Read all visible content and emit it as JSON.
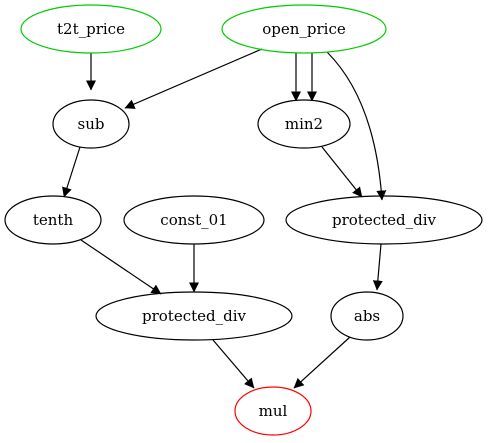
{
  "colors": {
    "input_stroke": "#00cc00",
    "output_stroke": "#ff0000",
    "default_stroke": "#000000",
    "edge": "#000000",
    "background": "#ffffff"
  },
  "nodes": {
    "t2t_price": {
      "label": "t2t_price",
      "role": "input"
    },
    "open_price": {
      "label": "open_price",
      "role": "input"
    },
    "sub": {
      "label": "sub",
      "role": "operator"
    },
    "min2": {
      "label": "min2",
      "role": "operator"
    },
    "tenth": {
      "label": "tenth",
      "role": "operator"
    },
    "const_01": {
      "label": "const_01",
      "role": "constant"
    },
    "protected_div_right": {
      "label": "protected_div",
      "role": "operator"
    },
    "protected_div_left": {
      "label": "protected_div",
      "role": "operator"
    },
    "abs": {
      "label": "abs",
      "role": "operator"
    },
    "mul": {
      "label": "mul",
      "role": "output"
    }
  },
  "edges": [
    {
      "from": "t2t_price",
      "to": "sub"
    },
    {
      "from": "open_price",
      "to": "sub"
    },
    {
      "from": "open_price",
      "to": "min2"
    },
    {
      "from": "open_price",
      "to": "min2"
    },
    {
      "from": "open_price",
      "to": "protected_div_right"
    },
    {
      "from": "sub",
      "to": "tenth"
    },
    {
      "from": "min2",
      "to": "protected_div_right"
    },
    {
      "from": "tenth",
      "to": "protected_div_left"
    },
    {
      "from": "const_01",
      "to": "protected_div_left"
    },
    {
      "from": "protected_div_right",
      "to": "abs"
    },
    {
      "from": "protected_div_left",
      "to": "mul"
    },
    {
      "from": "abs",
      "to": "mul"
    }
  ]
}
